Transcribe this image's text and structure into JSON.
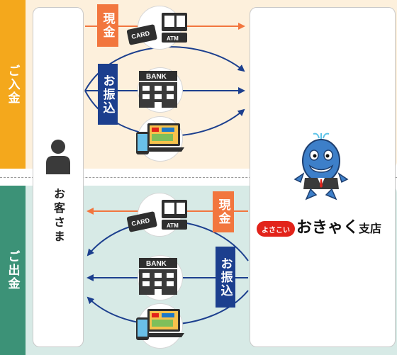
{
  "sections": {
    "deposit_label": "ご入金",
    "withdraw_label": "ご出金"
  },
  "customer": {
    "label": "お客さま"
  },
  "methods": {
    "cash": "現金",
    "transfer": "お振込"
  },
  "icons": {
    "card": "CARD",
    "atm": "ATM",
    "bank": "BANK"
  },
  "branch": {
    "badge": "よさこい",
    "name_main": "おきゃく",
    "name_suffix": "支店"
  },
  "colors": {
    "deposit": "#f4a81c",
    "withdraw": "#3c9277",
    "cash_arrow": "#f2763e",
    "transfer_arrow": "#1c3f8e",
    "brand_red": "#e2231a"
  }
}
